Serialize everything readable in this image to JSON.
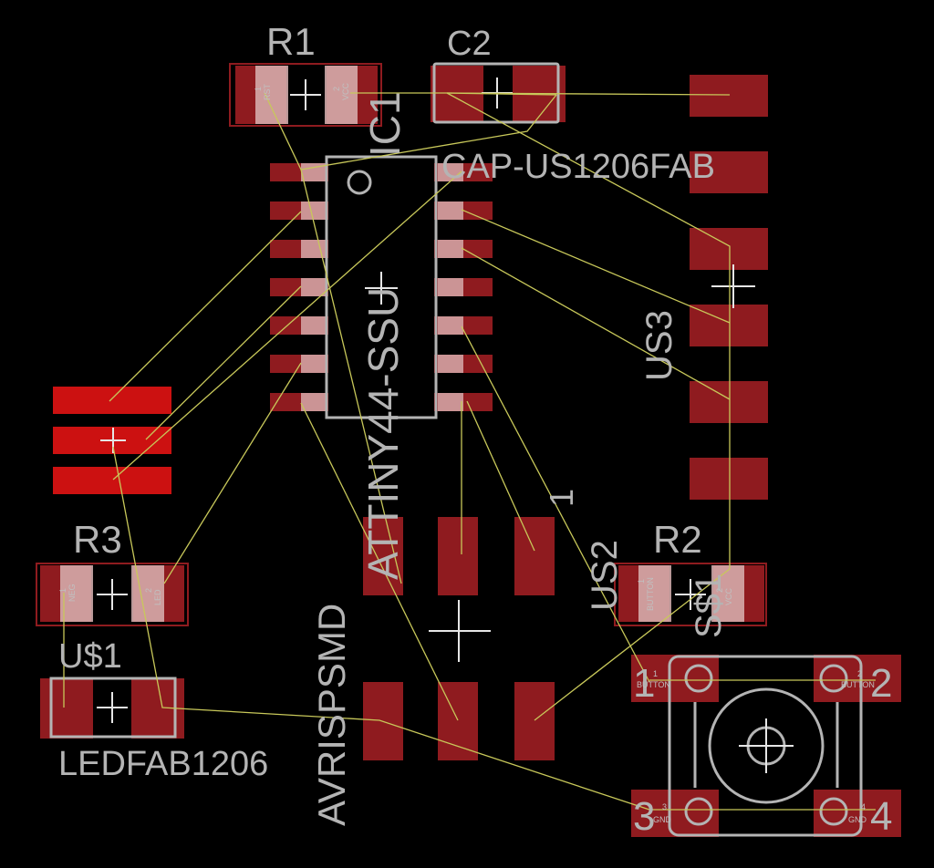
{
  "colors": {
    "background": "#000000",
    "pad": "#8f1b1f",
    "pad_bright": "#cc1111",
    "silk": "#b4b4b4",
    "airwire": "#c8c85a",
    "pad_label": "#c0c0c0"
  },
  "board": {
    "components": [
      {
        "key": "r1",
        "name": "R1",
        "pin_labels": [
          "1",
          "RST",
          "2",
          "VCC"
        ]
      },
      {
        "key": "c2",
        "name": "C2",
        "value": "CAP-US1206FAB"
      },
      {
        "key": "ic1",
        "name": "IC1",
        "value": "ATTINY44-SSU"
      },
      {
        "key": "us3",
        "name": "US3"
      },
      {
        "key": "r3",
        "name": "R3",
        "pin_labels": [
          "1",
          "NEG",
          "2",
          "LED"
        ]
      },
      {
        "key": "us1",
        "name": "U$1",
        "value": "LEDFAB1206"
      },
      {
        "key": "avr",
        "name": "AVRISPSMD",
        "pin1": "1"
      },
      {
        "key": "us2",
        "name": "US2"
      },
      {
        "key": "r2",
        "name": "R2",
        "pin_labels": [
          "1",
          "BUTTON",
          "2",
          "VCC"
        ]
      },
      {
        "key": "sw",
        "name": "S$1",
        "pins": [
          "1",
          "2",
          "3",
          "4"
        ],
        "pin_labels": [
          "1",
          "BUTTON",
          "2",
          "BUTTON",
          "3",
          "GND",
          "4",
          "GND"
        ]
      }
    ]
  }
}
